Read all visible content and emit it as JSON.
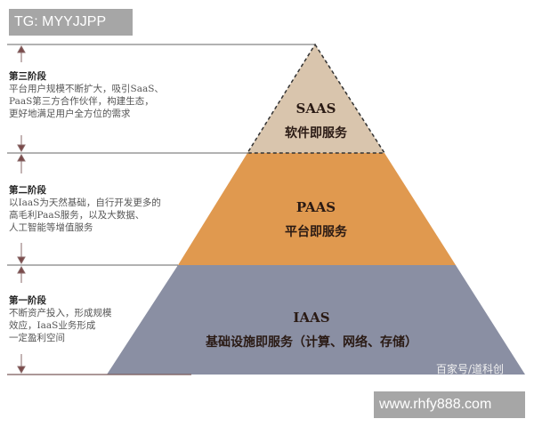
{
  "watermarks": {
    "top": "TG: MYYJJPP",
    "bottom": "www.rhfy888.com",
    "credit": "百家号/道科创"
  },
  "stages": [
    {
      "title": "第三阶段",
      "lines": [
        "平台用户规模不断扩大，吸引SaaS、",
        "PaaS第三方合作伙伴，构建生态，",
        "更好地满足用户全方位的需求"
      ]
    },
    {
      "title": "第二阶段",
      "lines": [
        "以IaaS为天然基础，自行开发更多的",
        "高毛利PaaS服务，以及大数据、",
        "人工智能等增值服务"
      ]
    },
    {
      "title": "第一阶段",
      "lines": [
        "不断资产投入，形成规模",
        "效应，IaaS业务形成",
        "一定盈利空间"
      ]
    }
  ],
  "layers": [
    {
      "abbr": "SAAS",
      "name": "软件即服务",
      "color": "#d9c5ad"
    },
    {
      "abbr": "PAAS",
      "name": "平台即服务",
      "color": "#e0994f"
    },
    {
      "abbr": "IAAS",
      "name": "基础设施即服务（计算、网络、存储）",
      "color": "#8a8fa3"
    }
  ]
}
